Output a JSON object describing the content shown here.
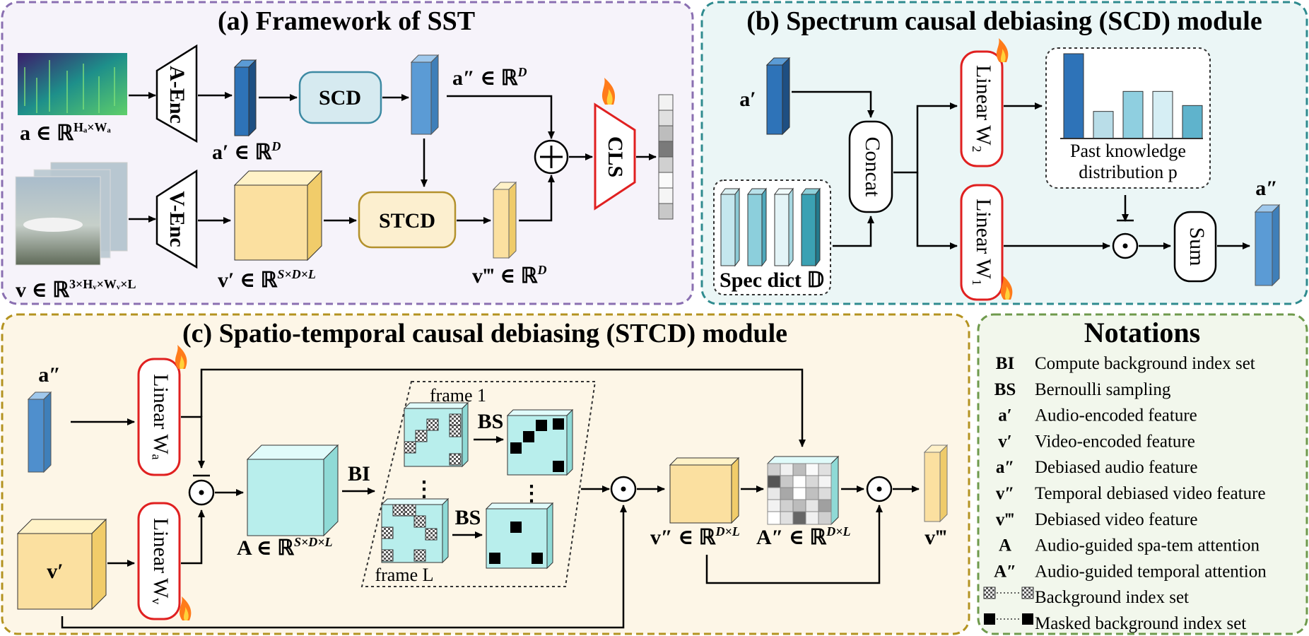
{
  "panels": {
    "a_title": "(a) Framework of SST",
    "b_title": "(b) Spectrum causal debiasing (SCD) module",
    "c_title": "(c) Spatio-temporal causal debiasing (STCD) module",
    "notations_title": "Notations"
  },
  "panel_a": {
    "a_enc": "A-Enc",
    "v_enc": "V-Enc",
    "scd": "SCD",
    "stcd": "STCD",
    "cls": "CLS",
    "plus": "+",
    "a_input": "a ∈ ℝ",
    "a_input_sup": "Hₐ×Wₐ",
    "v_input": "v ∈ ℝ",
    "v_input_sup": "3×Hᵥ×Wᵥ×L",
    "a_prime": "a′ ∈ ℝ",
    "a_prime_sup": "D",
    "a_dprime": "a″ ∈ ℝ",
    "a_dprime_sup": "D",
    "v_prime": "v′ ∈ ℝ",
    "v_prime_sup": "S×D×L",
    "v_tprime": "v‴ ∈ ℝ",
    "v_tprime_sup": "D"
  },
  "panel_b": {
    "a_prime": "a′",
    "concat": "Concat",
    "linear_w2": "Linear W₂",
    "linear_w1": "Linear W₁",
    "spec_dict": "Spec dict 𝔻",
    "past1": "Past knowledge",
    "past2": "distribution p",
    "odot": "⊙",
    "sum": "Sum",
    "a_dprime": "a″"
  },
  "panel_c": {
    "a_dprime": "a″",
    "linear_wa": "Linear Wₐ",
    "linear_wv": "Linear Wᵥ",
    "v_prime": "v′",
    "odot": "⊙",
    "a_att": "A ∈ ℝ",
    "a_att_sup": "S×D×L",
    "bi": "BI",
    "bs": "BS",
    "frame1": "frame 1",
    "frameL": "frame L",
    "v_dprime": "v″ ∈ ℝ",
    "v_dprime_sup": "D×L",
    "a_dd": "A″ ∈ ℝ",
    "a_dd_sup": "D×L",
    "v_tprime": "v‴"
  },
  "notations": [
    {
      "sym": "BI",
      "desc": "Compute background index set"
    },
    {
      "sym": "BS",
      "desc": "Bernoulli sampling"
    },
    {
      "sym": "a′",
      "desc": "Audio-encoded feature"
    },
    {
      "sym": "v′",
      "desc": "Video-encoded feature"
    },
    {
      "sym": "a″",
      "desc": "Debiased audio feature"
    },
    {
      "sym": "v″",
      "desc": "Temporal debiased video feature"
    },
    {
      "sym": "v‴",
      "desc": "Debiased video feature"
    },
    {
      "sym": "A",
      "desc": "Audio-guided spa-tem attention"
    },
    {
      "sym": "A″",
      "desc": "Audio-guided temporal attention"
    },
    {
      "sym": "",
      "desc": "Background index set"
    },
    {
      "sym": "",
      "desc": "Masked background index set"
    }
  ],
  "past_distribution": [
    0.72,
    0.23,
    0.4,
    0.4,
    0.28
  ],
  "colors": {
    "panel_a_bg": "#f6f3fa",
    "panel_a_border": "#8a6fb1",
    "panel_b_bg": "#ebf6f6",
    "panel_b_border": "#2f8b8f",
    "panel_c_bg": "#fdf6e7",
    "panel_c_border": "#b49320",
    "notation_bg": "#f2f7ec",
    "notation_border": "#6f9a4c",
    "blue": "#2e73b8",
    "yellow": "#fbe0a0",
    "cyan": "#b8eeec",
    "red": "#e02020"
  }
}
